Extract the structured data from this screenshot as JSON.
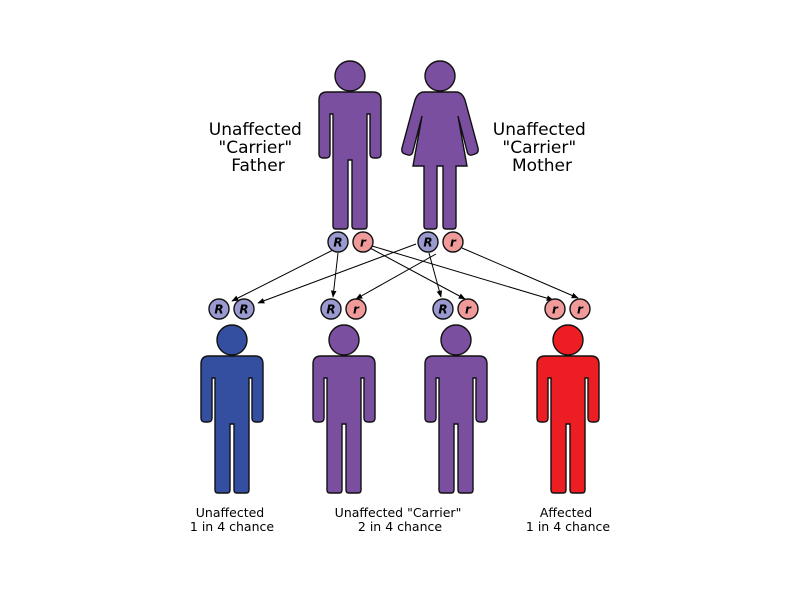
{
  "parents": {
    "father": {
      "label_lines": [
        "Unaffected",
        "\"Carrier\"",
        "Father"
      ],
      "color": "#7a4fa0",
      "alleles": [
        {
          "letter": "R",
          "color": "#9a9ad0"
        },
        {
          "letter": "r",
          "color": "#f09a9a"
        }
      ]
    },
    "mother": {
      "label_lines": [
        "Unaffected",
        "\"Carrier\"",
        "Mother"
      ],
      "color": "#7a4fa0",
      "alleles": [
        {
          "letter": "R",
          "color": "#9a9ad0"
        },
        {
          "letter": "r",
          "color": "#f09a9a"
        }
      ]
    }
  },
  "children": [
    {
      "color": "#344fa0",
      "alleles": [
        {
          "letter": "R",
          "color": "#9a9ad0"
        },
        {
          "letter": "R",
          "color": "#9a9ad0"
        }
      ]
    },
    {
      "color": "#7a4fa0",
      "alleles": [
        {
          "letter": "R",
          "color": "#9a9ad0"
        },
        {
          "letter": "r",
          "color": "#f09a9a"
        }
      ]
    },
    {
      "color": "#7a4fa0",
      "alleles": [
        {
          "letter": "R",
          "color": "#9a9ad0"
        },
        {
          "letter": "r",
          "color": "#f09a9a"
        }
      ]
    },
    {
      "color": "#ec1e24",
      "alleles": [
        {
          "letter": "r",
          "color": "#f09a9a"
        },
        {
          "letter": "r",
          "color": "#f09a9a"
        }
      ]
    }
  ],
  "child_labels": [
    {
      "line1": "Unaffected",
      "line2": "1 in 4 chance"
    },
    {
      "line1": "Unaffected \"Carrier\"",
      "line2": "2 in 4 chance"
    },
    {
      "line1": "Affected",
      "line2": "1 in 4 chance"
    }
  ]
}
